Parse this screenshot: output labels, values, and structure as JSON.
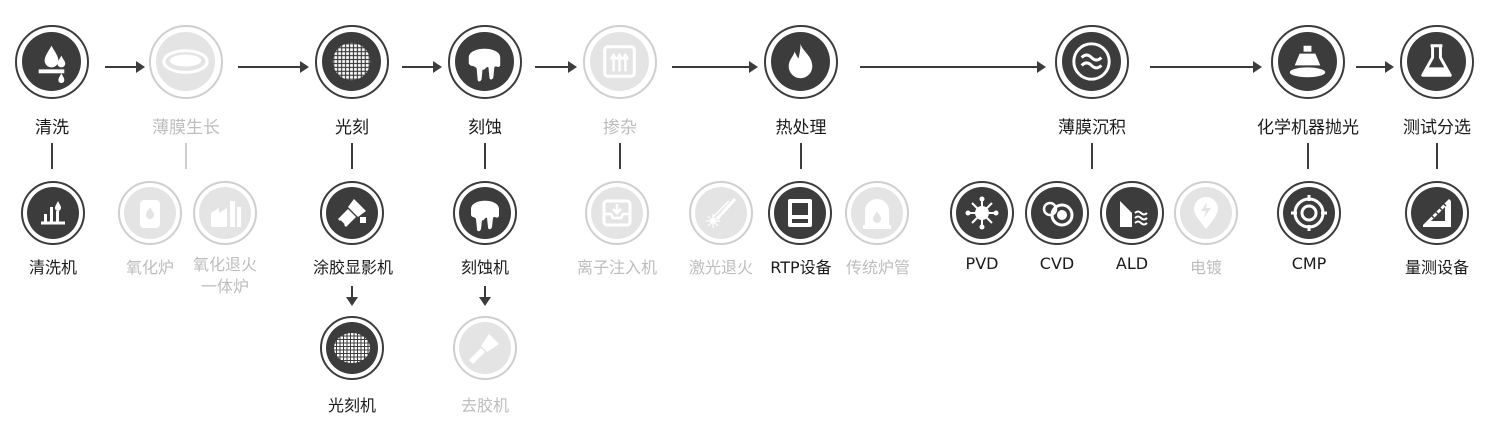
{
  "process_steps": [
    {
      "label": "清洗",
      "icon": "water-drops-icon",
      "dim": false
    },
    {
      "label": "薄膜生长",
      "icon": "wafer-ring-icon",
      "dim": true
    },
    {
      "label": "光刻",
      "icon": "wafer-grid-icon",
      "dim": false
    },
    {
      "label": "刻蚀",
      "icon": "drip-blob-icon",
      "dim": false
    },
    {
      "label": "掺杂",
      "icon": "doping-arrows-icon",
      "dim": true
    },
    {
      "label": "热处理",
      "icon": "flame-icon",
      "dim": false
    },
    {
      "label": "薄膜沉积",
      "icon": "waves-icon",
      "dim": false
    },
    {
      "label": "化学机器抛光",
      "icon": "polish-pad-icon",
      "dim": false
    },
    {
      "label": "测试分选",
      "icon": "flask-icon",
      "dim": false
    }
  ],
  "equipment": {
    "cleaning": [
      {
        "label": "清洗机",
        "icon": "bar-chart-icon",
        "dim": false
      }
    ],
    "film_growth": [
      {
        "label": "氧化炉",
        "icon": "furnace-icon",
        "dim": true
      },
      {
        "label": "氧化退火",
        "label2": "一体炉",
        "icon": "factory-icon",
        "dim": true
      }
    ],
    "lithography": [
      {
        "label": "涂胶显影机",
        "icon": "paint-brush-icon",
        "dim": false
      },
      {
        "label": "光刻机",
        "icon": "wafer-grid-icon",
        "dim": false
      }
    ],
    "etching": [
      {
        "label": "刻蚀机",
        "icon": "drip-blob-icon",
        "dim": false
      },
      {
        "label": "去胶机",
        "icon": "scraper-icon",
        "dim": true
      }
    ],
    "doping": [
      {
        "label": "离子注入机",
        "icon": "inbox-download-icon",
        "dim": true
      }
    ],
    "heat": [
      {
        "label": "激光退火",
        "icon": "laser-icon",
        "dim": true
      },
      {
        "label": "RTP设备",
        "icon": "monitor-icon",
        "dim": false
      },
      {
        "label": "传统炉管",
        "icon": "arch-furnace-icon",
        "dim": true
      }
    ],
    "deposition": [
      {
        "label": "PVD",
        "icon": "virus-icon",
        "dim": false
      },
      {
        "label": "CVD",
        "icon": "bubbles-icon",
        "dim": false
      },
      {
        "label": "ALD",
        "icon": "layers-wave-icon",
        "dim": false
      },
      {
        "label": "电镀",
        "icon": "location-bolt-icon",
        "dim": true
      }
    ],
    "cmp": [
      {
        "label": "CMP",
        "icon": "target-icon",
        "dim": false
      }
    ],
    "test": [
      {
        "label": "量测设备",
        "icon": "ruler-icon",
        "dim": false
      }
    ]
  }
}
